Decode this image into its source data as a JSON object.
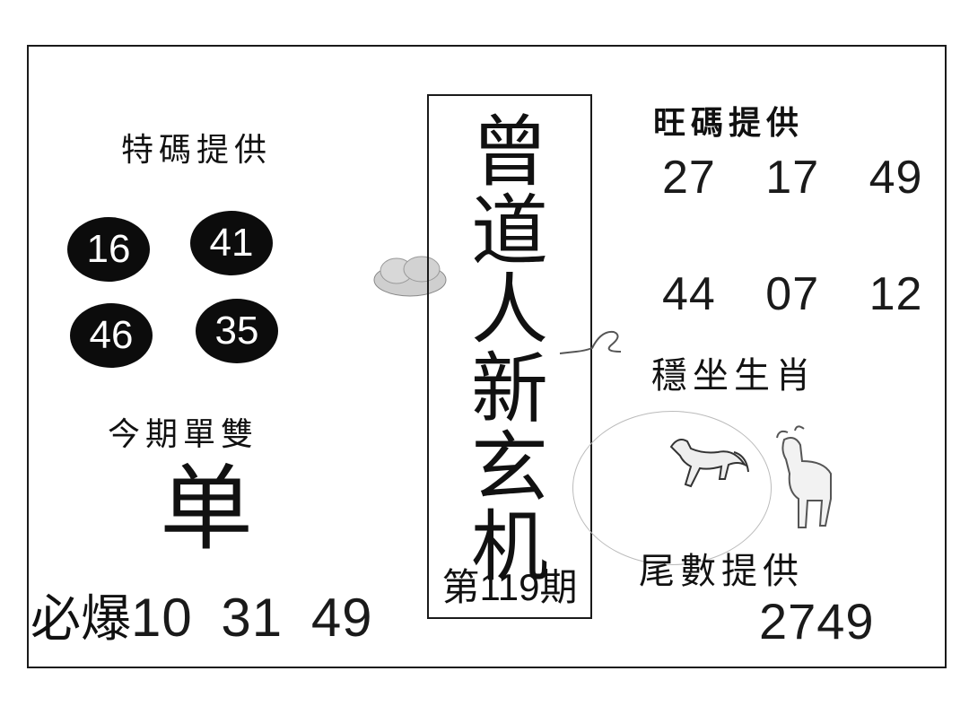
{
  "left": {
    "special_title": "特碼提供",
    "balls": [
      "16",
      "41",
      "46",
      "35"
    ],
    "odd_even_title": "今期單雙",
    "odd_even_value": "单",
    "must_label": "必爆",
    "must_numbers": "10 31 49"
  },
  "center": {
    "title_chars": [
      "曾",
      "道",
      "人",
      "新",
      "玄",
      "机"
    ],
    "issue": "第119期"
  },
  "right": {
    "hot_title": "旺碼提供",
    "hot_row1": "27 17 49",
    "hot_row2": "44 07 12",
    "zodiac_title": "穩坐生肖",
    "tail_title": "尾數提供",
    "tail_value": "2749"
  }
}
